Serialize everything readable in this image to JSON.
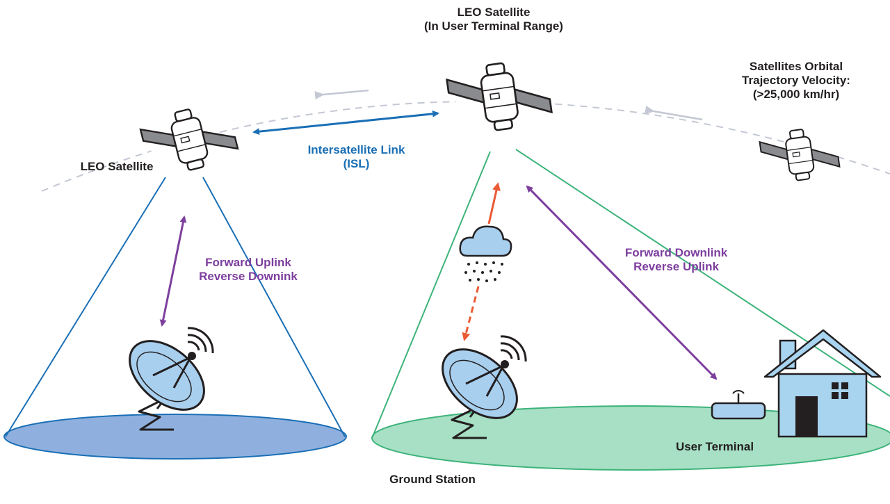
{
  "labels": {
    "center_satellite": [
      "LEO Satellite",
      "(In User Terminal Range)"
    ],
    "left_satellite": "LEO Satellite",
    "orbital_velocity": [
      "Satellites Orbital",
      "Trajectory Velocity:",
      "(>25,000 km/hr)"
    ],
    "isl": [
      "Intersatellite Link",
      "(ISL)"
    ],
    "left_link": [
      "Forward Uplink",
      "Reverse Downink"
    ],
    "right_link": [
      "Forward Downlink",
      "Reverse Uplink"
    ],
    "user_terminal": "User Terminal",
    "ground_station": "Ground Station"
  },
  "colors": {
    "left_beam": "#1a6fb5",
    "left_footprint": "#8fb0de",
    "right_beam": "#3db37a",
    "right_footprint": "#a7e0c4",
    "isl": "#1a6fb5",
    "link": "#7d3f9e",
    "weather_link": "#ea5a35",
    "orbit": "#c4c8d4",
    "cloud": "#a8cfee",
    "dish": "#a8cfee",
    "house": "#a8d4f0"
  },
  "icons": [
    "satellite-icon",
    "satellite-dish-icon",
    "cloud-rain-icon",
    "house-icon",
    "router-icon"
  ]
}
